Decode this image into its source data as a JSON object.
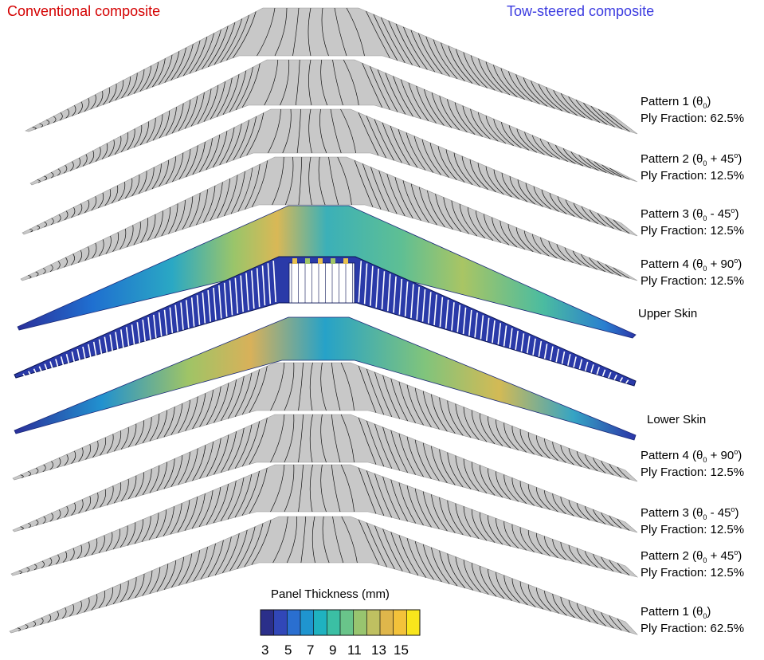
{
  "headers": {
    "left": "Conventional composite",
    "left_color": "#d40000",
    "right": "Tow-steered composite",
    "right_color": "#3a3ae0"
  },
  "upper_patterns": [
    {
      "name": "Pattern 1 (θ",
      "sub": "0",
      "tail": ")",
      "fraction": "Ply Fraction: 62.5%"
    },
    {
      "name": "Pattern 2 (θ",
      "sub": "0",
      "tail": " + 45",
      "sup": "o",
      "end": ")",
      "fraction": "Ply Fraction: 12.5%"
    },
    {
      "name": "Pattern 3 (θ",
      "sub": "0",
      "tail": " - 45",
      "sup": "o",
      "end": ")",
      "fraction": "Ply Fraction: 12.5%"
    },
    {
      "name": "Pattern 4 (θ",
      "sub": "0",
      "tail": " + 90",
      "sup": "o",
      "end": ")",
      "fraction": "Ply Fraction: 12.5%"
    }
  ],
  "lower_patterns": [
    {
      "name": "Pattern 4 (θ",
      "sub": "0",
      "tail": " + 90",
      "sup": "o",
      "end": ")",
      "fraction": "Ply Fraction: 12.5%"
    },
    {
      "name": "Pattern 3 (θ",
      "sub": "0",
      "tail": " - 45",
      "sup": "o",
      "end": ")",
      "fraction": "Ply Fraction: 12.5%"
    },
    {
      "name": "Pattern 2 (θ",
      "sub": "0",
      "tail": " + 45",
      "sup": "o",
      "end": ")",
      "fraction": "Ply Fraction: 12.5%"
    },
    {
      "name": "Pattern 1 (θ",
      "sub": "0",
      "tail": ")",
      "fraction": "Ply Fraction: 62.5%"
    }
  ],
  "skins": {
    "upper": "Upper Skin",
    "lower": "Lower Skin"
  },
  "colorbar": {
    "title": "Panel Thickness (mm)",
    "ticks": [
      "3",
      "5",
      "7",
      "9",
      "11",
      "13",
      "15"
    ],
    "colors": [
      "#2b2f8a",
      "#3147b8",
      "#2a6fd0",
      "#1f95cf",
      "#1fb2c0",
      "#3bbfa4",
      "#69c48a",
      "#98c56f",
      "#bfc061",
      "#dfb64b",
      "#f3c23a",
      "#f8e51c"
    ]
  }
}
